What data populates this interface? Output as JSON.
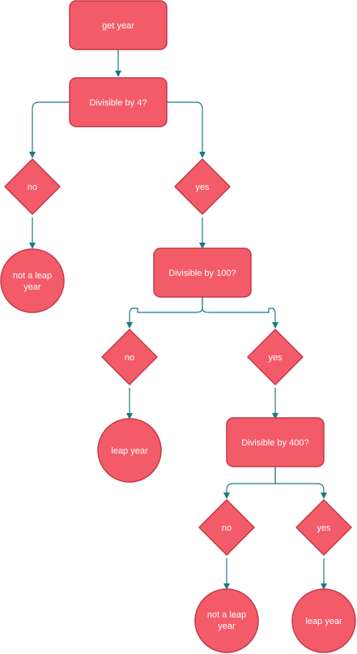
{
  "nodes": {
    "get_year": "get year",
    "div4": "Divisible by 4?",
    "div4_no": "no",
    "div4_yes": "yes",
    "not_leap_1": [
      "not a leap",
      "year"
    ],
    "div100": "Divisible by 100?",
    "div100_no": "no",
    "div100_yes": "yes",
    "leap_1": "leap year",
    "div400": "Divisible by 400?",
    "div400_no": "no",
    "div400_yes": "yes",
    "not_leap_2": [
      "not a leap",
      "year"
    ],
    "leap_2": "leap year"
  },
  "colors": {
    "node_fill": "#f45b69",
    "node_stroke": "#c23a48",
    "edge": "#1b7a82",
    "text": "#ffffff"
  }
}
